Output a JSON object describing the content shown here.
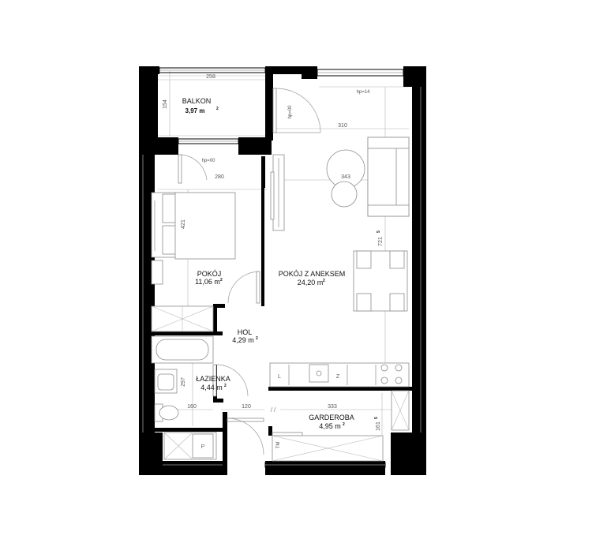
{
  "rooms": {
    "balkon": {
      "name": "BALKON",
      "area": "3,97 m",
      "unit_sup": "2"
    },
    "pokoj": {
      "name": "POKÓJ",
      "area": "11,06 m",
      "unit_sup": "2"
    },
    "pokoj_aneks": {
      "name": "POKÓJ Z ANEKSEM",
      "area": "24,20 m",
      "unit_sup": "2"
    },
    "hol": {
      "name": "HOL",
      "area": "4,29 m",
      "unit_sup": "2"
    },
    "lazienka": {
      "name": "ŁAZIENKA",
      "area": "4,44 m",
      "unit_sup": "2"
    },
    "garderoba": {
      "name": "GARDEROBA",
      "area": "4,95 m",
      "unit_sup": "2"
    }
  },
  "dimensions": {
    "balkon_width": "258",
    "balkon_depth": "154",
    "aneks_width": "310",
    "aneks_inner": "343",
    "pokoj_width": "280",
    "pokoj_length": "421",
    "aneks_length": "721",
    "aneks_length_sup": "5",
    "lazienka_length": "297",
    "lazienka_width": "160",
    "hol_width": "120",
    "garderoba_width": "333",
    "garderoba_depth": "161",
    "garderoba_depth_sup": "5"
  },
  "threshold_marks": {
    "top_right": "hp=14",
    "balcony_side": "hp=00",
    "balcony_bottom": "hp=00"
  },
  "kitchen_labels": {
    "fridge": "L",
    "dishwasher": "Z"
  },
  "fixture_labels": {
    "washer": "P",
    "wardrobe": "TM"
  }
}
